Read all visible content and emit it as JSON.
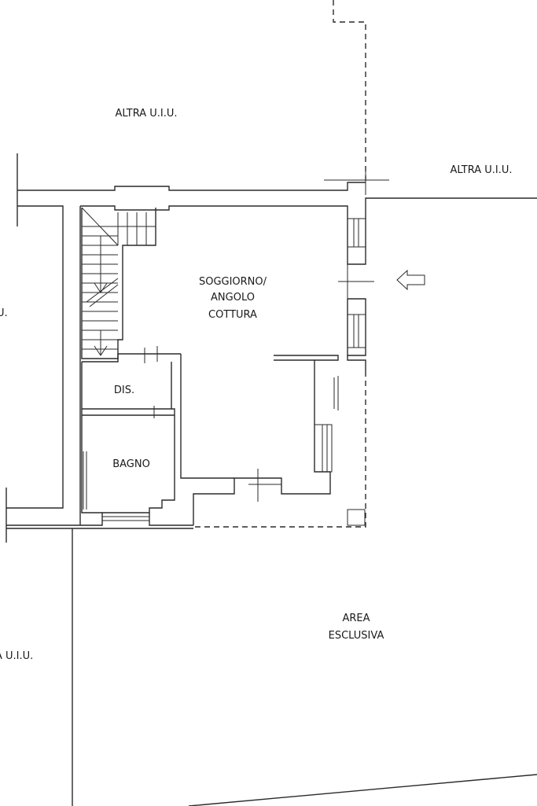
{
  "labels": {
    "altra_uiu_top": "ALTRA U.I.U.",
    "altra_uiu_right": "ALTRA U.I.U.",
    "altra_uiu_left_fragment": "U.",
    "altra_uiu_bottom_left": "A U.I.U.",
    "soggiorno_line1": "SOGGIORNO/",
    "soggiorno_line2": "ANGOLO",
    "soggiorno_line3": "COTTURA",
    "dis": "DIS.",
    "bagno": "BAGNO",
    "area_line1": "AREA",
    "area_line2": "ESCLUSIVA"
  }
}
